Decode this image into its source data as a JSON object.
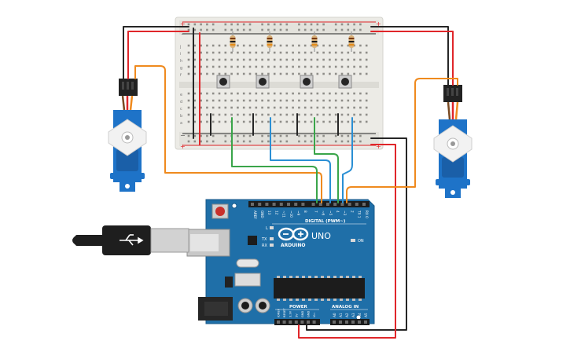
{
  "breadboard": {
    "row_letters_top": [
      "j",
      "i",
      "h",
      "g",
      "f"
    ],
    "row_letters_bottom": [
      "e",
      "d",
      "c",
      "b",
      "a"
    ],
    "plus_sign": "+",
    "minus_sign": "−"
  },
  "arduino": {
    "digital_label": "DIGITAL (PWM~)",
    "brand": "ARDUINO",
    "model": "UNO",
    "on_label": "ON",
    "l_label": "L",
    "tx_label": "TX",
    "rx_label": "RX",
    "power_label": "POWER",
    "analog_label": "ANALOG IN",
    "digital_pins": [
      "AREF",
      "GND",
      "13",
      "12",
      "~11",
      "~10",
      "~9",
      "8",
      "7",
      "~6",
      "~5",
      "4",
      "~3",
      "2",
      "TX 1",
      "RX 0"
    ],
    "power_pins": [
      "IOREF",
      "RESET",
      "3.3V",
      "5V",
      "GND",
      "GND",
      "Vin"
    ],
    "analog_pins": [
      "A0",
      "A1",
      "A2",
      "A3",
      "A4",
      "A5"
    ]
  },
  "colors": {
    "wire_red": "#e0262a",
    "wire_black": "#262626",
    "wire_orange": "#ef8a1e",
    "wire_green": "#3aa54a",
    "wire_blue": "#2a8fd4",
    "board_blue": "#1f6fa8",
    "servo_blue": "#1e73c8",
    "breadboard": "#ecebe6"
  }
}
